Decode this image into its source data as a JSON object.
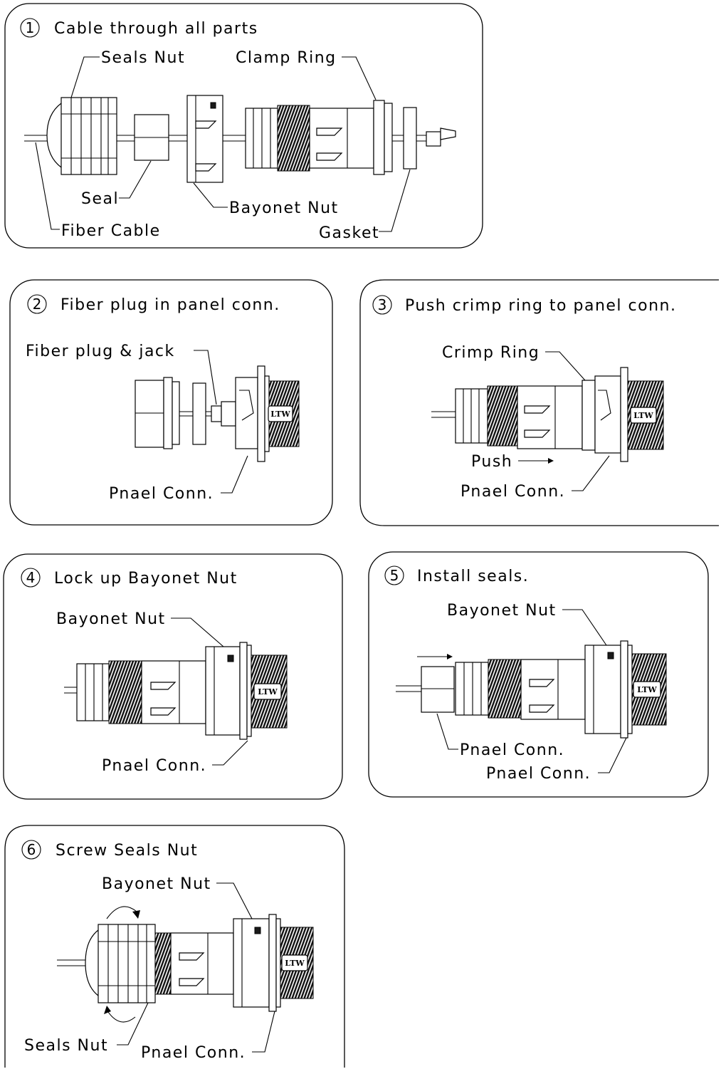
{
  "steps": [
    {
      "num": "1",
      "title": "Cable through all parts",
      "labels": {
        "seals_nut": "Seals Nut",
        "clamp_ring": "Clamp Ring",
        "seal": "Seal",
        "bayonet_nut": "Bayonet Nut",
        "fiber_cable": "Fiber Cable",
        "gasket": "Gasket"
      }
    },
    {
      "num": "2",
      "title": "Fiber plug in panel conn.",
      "labels": {
        "plug_jack": "Fiber plug & jack",
        "panel_conn": "Pnael Conn."
      }
    },
    {
      "num": "3",
      "title": "Push crimp ring to panel conn.",
      "labels": {
        "crimp_ring": "Crimp Ring",
        "push": "Push",
        "panel_conn": "Pnael Conn."
      }
    },
    {
      "num": "4",
      "title": "Lock up Bayonet Nut",
      "labels": {
        "bayonet_nut": "Bayonet Nut",
        "panel_conn": "Pnael Conn."
      }
    },
    {
      "num": "5",
      "title": "Install seals.",
      "labels": {
        "bayonet_nut": "Bayonet Nut",
        "panel_conn_a": "Pnael Conn.",
        "panel_conn_b": "Pnael Conn."
      }
    },
    {
      "num": "6",
      "title": "Screw Seals Nut",
      "labels": {
        "bayonet_nut": "Bayonet Nut",
        "seals_nut": "Seals Nut",
        "panel_conn": "Pnael Conn."
      }
    }
  ],
  "brand_mark": "LTW"
}
